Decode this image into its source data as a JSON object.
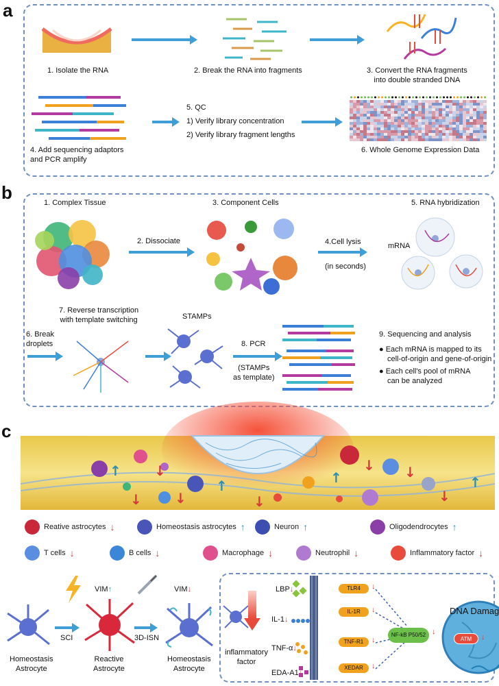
{
  "panel_a": {
    "letter": "a",
    "step1": "1. Isolate the RNA",
    "step2": "2. Break the RNA into fragments",
    "step3_line1": "3. Convert the RNA fragments",
    "step3_line2": "into double stranded DNA",
    "step4_line1": "4. Add sequencing adaptors",
    "step4_line2": "and PCR amplify",
    "step5_title": "5. QC",
    "step5_item1": "1) Verify library concentration",
    "step5_item2": "2) Verify library fragment lengths",
    "step6": "6. Whole Genome Expression Data"
  },
  "panel_b": {
    "letter": "b",
    "step1": "1. Complex Tissue",
    "step2": "2. Dissociate",
    "step3": "3. Component Cells",
    "step4": "4.Cell lysis",
    "step4_sub": "(in seconds)",
    "step5": "5. RNA hybridization",
    "mrna": "mRNA",
    "step6_line1": "6. Break",
    "step6_line2": "droplets",
    "step7_line1": "7. Reverse transcription",
    "step7_line2": "with template switching",
    "stamps": "STAMPs",
    "step8": "8. PCR",
    "step8_sub1": "(STAMPs",
    "step8_sub2": "as template)",
    "step9": "9. Sequencing and analysis",
    "bullet1_line1": "Each mRNA is mapped to its",
    "bullet1_line2": "cell-of-origin and gene-of-origin",
    "bullet2_line1": "Each cell's pool of mRNA",
    "bullet2_line2": "can be analyzed"
  },
  "panel_c": {
    "letter": "c",
    "legend": [
      {
        "label": "Reative astrocytes",
        "trend": "down",
        "icon": "reactive-astrocyte-icon",
        "color": "#c8283a"
      },
      {
        "label": "Homeostasis astrocytes",
        "trend": "up",
        "icon": "homeostasis-astrocyte-icon",
        "color": "#4a55b8"
      },
      {
        "label": "Neuron",
        "trend": "up",
        "icon": "neuron-icon",
        "color": "#3c4fb0"
      },
      {
        "label": "Oligodendrocytes",
        "trend": "up",
        "icon": "oligodendrocyte-icon",
        "color": "#8a3fa8"
      },
      {
        "label": "T cells",
        "trend": "down",
        "icon": "t-cell-icon",
        "color": "#5b8ee0"
      },
      {
        "label": "B cells",
        "trend": "down",
        "icon": "b-cell-icon",
        "color": "#3c86d8"
      },
      {
        "label": "Macrophage",
        "trend": "down",
        "icon": "macrophage-icon",
        "color": "#e0508c"
      },
      {
        "label": "Neutrophil",
        "trend": "down",
        "icon": "neutrophil-icon",
        "color": "#b07ad0"
      },
      {
        "label": "Inflammatory factor",
        "trend": "down",
        "icon": "inflammatory-factor-icon",
        "color": "#e84b3c"
      }
    ],
    "vim_label": "VIM",
    "sci": "SCI",
    "isn": "3D-ISN",
    "homeo1_line1": "Homeostasis",
    "homeo1_line2": "Astrocyte",
    "reactive_line1": "Reactive",
    "reactive_line2": "Astrocyte",
    "homeo2_line1": "Homeostasis",
    "homeo2_line2": "Astrocyte",
    "infl_line1": "inflammatory",
    "infl_line2": "factor",
    "lbp": "LBP",
    "il1": "IL-1",
    "tnfa": "TNF-α",
    "eda": "EDA-A1",
    "tlr4": "TLR4",
    "il1r": "IL-1R",
    "tnfr1": "TNF-R1",
    "xedar": "XEDAR",
    "nfkb": "NF-kB P50/52",
    "atm": "ATM",
    "dna_damage": "DNA Damage",
    "arrow_up": "↑",
    "arrow_down": "↓"
  }
}
